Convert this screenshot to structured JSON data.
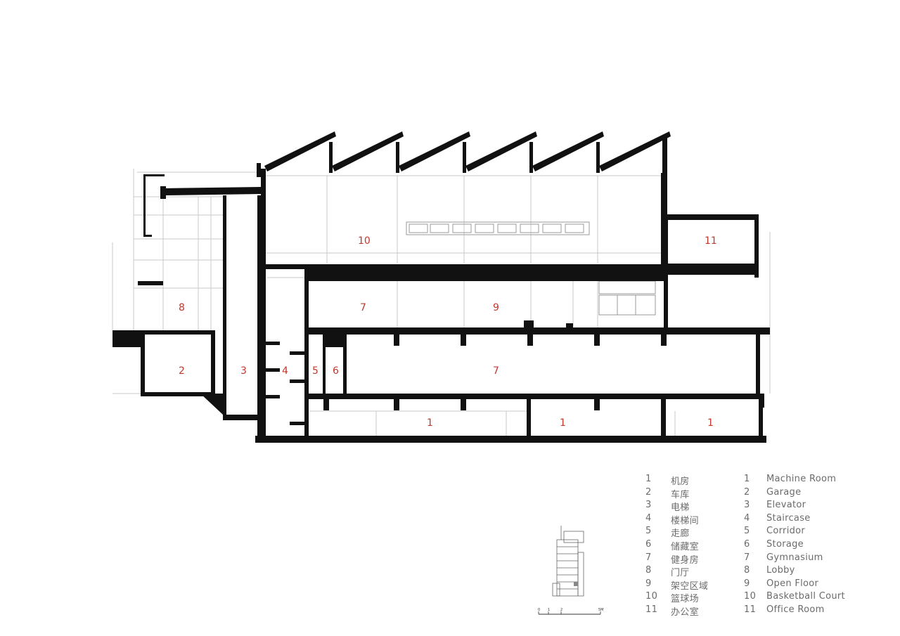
{
  "rooms": [
    {
      "num": "1",
      "zh": "机房",
      "en": "Machine Room"
    },
    {
      "num": "2",
      "zh": "车库",
      "en": "Garage"
    },
    {
      "num": "3",
      "zh": "电梯",
      "en": "Elevator"
    },
    {
      "num": "4",
      "zh": "楼梯间",
      "en": "Staircase"
    },
    {
      "num": "5",
      "zh": "走廊",
      "en": "Corridor"
    },
    {
      "num": "6",
      "zh": "储藏室",
      "en": "Storage"
    },
    {
      "num": "7",
      "zh": "健身房",
      "en": "Gymnasium"
    },
    {
      "num": "8",
      "zh": "门厅",
      "en": "Lobby"
    },
    {
      "num": "9",
      "zh": "架空区域",
      "en": "Open Floor"
    },
    {
      "num": "10",
      "zh": "篮球场",
      "en": "Basketball Court"
    },
    {
      "num": "11",
      "zh": "办公室",
      "en": "Office Room"
    }
  ],
  "drawing_labels": {
    "basketball": "10",
    "office": "11",
    "lobby": "8",
    "gym_upper": "7",
    "open_floor": "9",
    "garage": "2",
    "elevator": "3",
    "staircase": "4",
    "corridor": "5",
    "storage": "6",
    "gym_lower": "7",
    "machine_a": "1",
    "machine_b": "1",
    "machine_c": "1"
  },
  "scale": {
    "t0": "0",
    "t1": "1",
    "t2": "2",
    "t5": "5M"
  },
  "colors": {
    "walls": "#111111",
    "labels": "#c0392b",
    "fine_lines": "#bdbdbd",
    "legend_text": "#6b6b6b"
  }
}
